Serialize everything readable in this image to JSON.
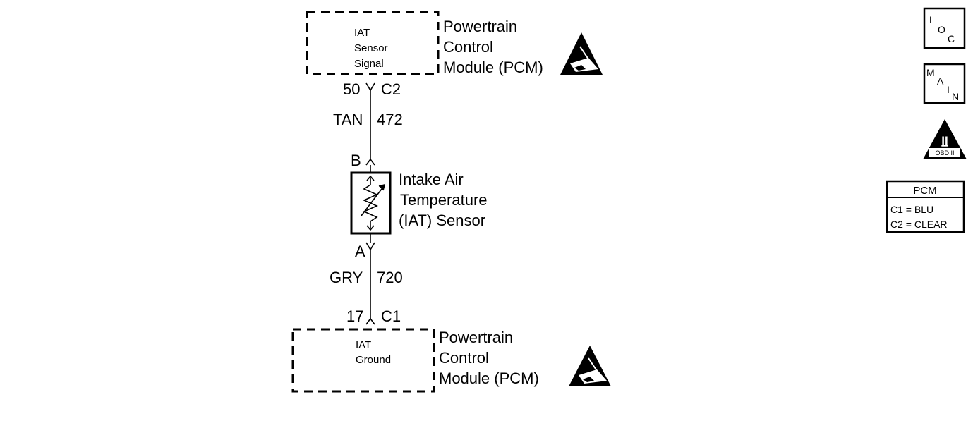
{
  "pcm_top": {
    "title_lines": [
      "Powertrain",
      "Control",
      "Module (PCM)"
    ],
    "circuit_lines": [
      "IAT",
      "Sensor",
      "Signal"
    ],
    "pin": "50",
    "connector": "C2"
  },
  "wire_signal": {
    "color": "TAN",
    "circuit": "472"
  },
  "sensor": {
    "pin_top": "B",
    "pin_bottom": "A",
    "title_lines": [
      "Intake Air",
      "Temperature",
      "(IAT) Sensor"
    ]
  },
  "wire_ground": {
    "color": "GRY",
    "circuit": "720"
  },
  "pcm_bottom": {
    "title_lines": [
      "Powertrain",
      "Control",
      "Module (PCM)"
    ],
    "circuit_lines": [
      "IAT",
      "Ground"
    ],
    "pin": "17",
    "connector": "C1"
  },
  "legend_icons": {
    "loc": [
      "L",
      "O",
      "C"
    ],
    "main": [
      "M",
      "A",
      "I",
      "N"
    ],
    "obd_numeral": "II",
    "obd_label": "OBD II"
  },
  "connector_key": {
    "title": "PCM",
    "rows": [
      "C1 = BLU",
      "C2 = CLEAR"
    ]
  },
  "icons": {
    "esd_top": "esd-warning-icon",
    "esd_bottom": "esd-warning-icon",
    "loc": "location-icon",
    "main": "main-icon",
    "obd": "obd-ii-icon"
  }
}
